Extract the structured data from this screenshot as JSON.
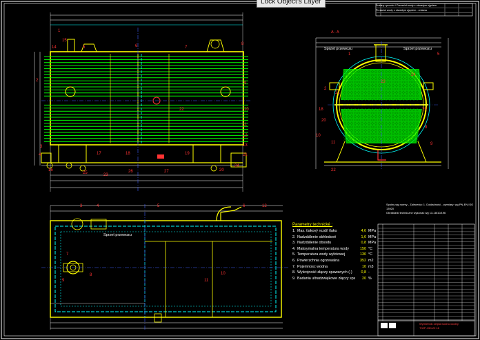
{
  "tooltip": "Lock Object's Layer",
  "params": {
    "title": "Parametry technické :",
    "rows": [
      {
        "n": "1.",
        "label": "Max. tlakový rozdíl tlaku",
        "value": "4,6",
        "unit": "MPa"
      },
      {
        "n": "2.",
        "label": "Nadzdálenie obhledové",
        "value": "1,6",
        "unit": "MPa"
      },
      {
        "n": "3.",
        "label": "Nadzdálenie obsodu",
        "value": "0,8",
        "unit": "MPa"
      },
      {
        "n": "4.",
        "label": "Maksymalna temperatura wody",
        "value": "150",
        "unit": "°C"
      },
      {
        "n": "5.",
        "label": "Temperatura wody wylotowej",
        "value": "130",
        "unit": "°C"
      },
      {
        "n": "6.",
        "label": "Powierzchnia ogrzewalna",
        "value": "352",
        "unit": "m2"
      },
      {
        "n": "7.",
        "label": "Pojemnosc wodna",
        "value": "10",
        "unit": "m3"
      },
      {
        "n": "8.",
        "label": "Wykrojność złączy spawanych (-)",
        "value": "0,8",
        "unit": "-"
      },
      {
        "n": "9.",
        "label": "Badania ultradzwiękowe złączy spaw.",
        "value": "20",
        "unit": "%"
      }
    ]
  },
  "section_labels": {
    "aa": "A - A",
    "view_b": "B",
    "zone1": "Sprzet przewozu",
    "zone2": "Sprzet przewozu",
    "zone3": "Sprzet przewozu"
  },
  "callouts_top": [
    "1",
    "2",
    "3",
    "4",
    "5",
    "6",
    "7",
    "8",
    "9",
    "10",
    "11",
    "12",
    "13",
    "14",
    "15",
    "16",
    "17",
    "18",
    "19",
    "20",
    "21",
    "22",
    "23",
    "24",
    "25",
    "26",
    "27"
  ],
  "callouts_section": [
    "1",
    "2",
    "5",
    "8",
    "9",
    "10",
    "11",
    "18",
    "20",
    "21",
    "22",
    "23",
    "24",
    "25"
  ],
  "callouts_plan": [
    "3",
    "4",
    "5",
    "6",
    "7",
    "8",
    "9",
    "10",
    "11",
    "12"
  ],
  "titleblock_top": {
    "rows": [
      "Zmiany rysunku / Przewód wody z otwartym ujęciem",
      "Przewód wody z otwartym ujęciem - zmiana"
    ]
  },
  "notes": [
    "Spoiny wg normy - Zalecenia: 1. Dokładność - wymiary: wg PN-EN ISO 13920",
    "Obrabiarki techniczne wykonać wg 13-18/10/196"
  ],
  "titlebox_bottom": [
    "Wymiennik ciepła wodno-wodny",
    "T.WP-150-20 16"
  ],
  "colors": {
    "background": "#000000",
    "outline": "#ffff00",
    "fill_green": "#00ff00",
    "blue": "#4060ff",
    "cyan": "#00ffff",
    "red": "#ff3030",
    "white": "#ffffff"
  }
}
